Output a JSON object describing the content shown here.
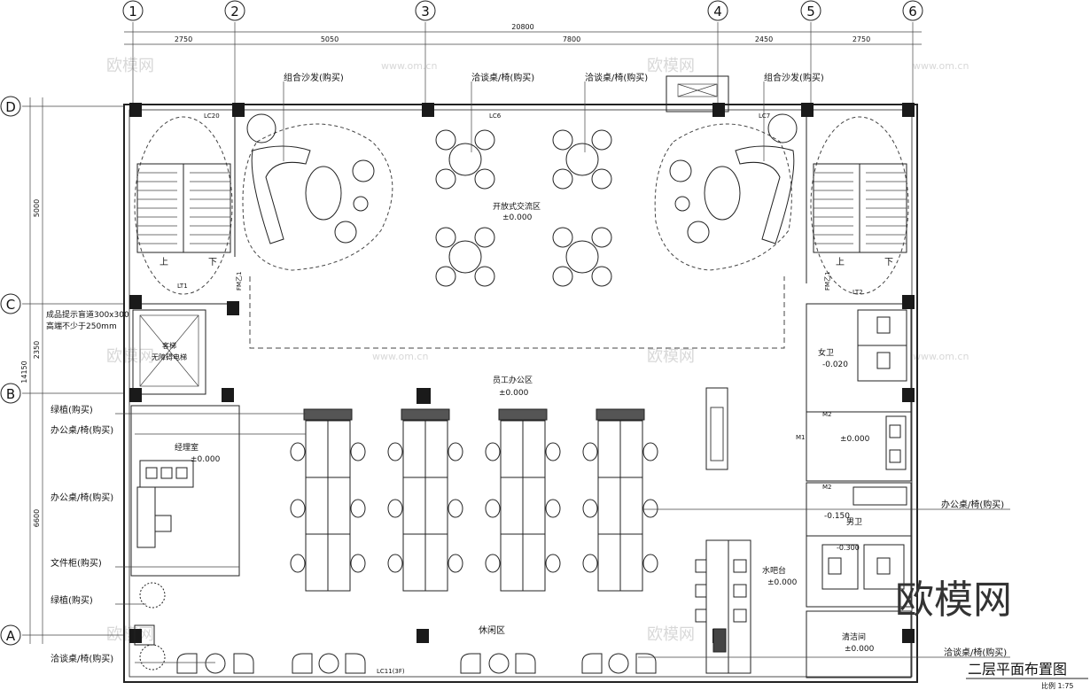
{
  "drawing": {
    "title": "二层平面布置图",
    "scale": "比例 1:75",
    "overall_dim": "20800",
    "axis_top": [
      "1",
      "2",
      "3",
      "4",
      "5",
      "6"
    ],
    "axis_left": [
      "D",
      "C",
      "B",
      "A"
    ],
    "dims_top": [
      "2750",
      "5050",
      "7800",
      "2450",
      "2750"
    ],
    "dims_left": [
      "5000",
      "2350",
      "6600"
    ],
    "dim_left_total": "14150"
  },
  "labels": {
    "sofa_left": "组合沙发(购买)",
    "table_chair_1": "洽谈桌/椅(购买)",
    "table_chair_2": "洽谈桌/椅(购买)",
    "sofa_right": "组合沙发(购买)",
    "open_area": "开放式交流区",
    "open_area_elev": "±0.000",
    "product_note_1": "成品提示盲道300x300",
    "product_note_2": "高端不少于250mm",
    "elevator": "客梯",
    "elevator_sub": "无障碍电梯",
    "staff_area": "员工办公区",
    "staff_elev": "±0.000",
    "plant_1": "绿植(购买)",
    "desk_chair_1": "办公桌/椅(购买)",
    "manager_room": "经理室",
    "manager_elev": "±0.000",
    "desk_chair_2": "办公桌/椅(购买)",
    "file_cabinet": "文件柜(购买)",
    "plant_2": "绿植(购买)",
    "table_chair_3": "洽谈桌/椅(购买)",
    "lounge": "休闲区",
    "womens_wc": "女卫",
    "womens_elev": "-0.020",
    "wash_elev": "±0.000",
    "mens_wc": "男卫",
    "mens_elev": "-0.150",
    "mens_elev_2": "-0.300",
    "desk_chair_3": "办公桌/椅(购买)",
    "water_bar": "水吧台",
    "water_bar_elev": "±0.000",
    "storage": "清洁间",
    "storage_elev": "±0.000",
    "table_chair_4": "洽谈桌/椅(购买)",
    "up_1": "上",
    "down_1": "下",
    "up_2": "上",
    "down_2": "下",
    "lt1": "LT1",
    "lt2": "LT2",
    "lc20": "LC20",
    "lc6": "LC6",
    "lc7": "LC7",
    "lc11": "LC11(3F)",
    "fm1": "FM乙1",
    "fm2": "FM乙1",
    "m2a": "M2",
    "m2b": "M2",
    "m1": "M1"
  },
  "watermarks": {
    "brand": "欧模网",
    "url": "www.om.cn",
    "big": "欧模网"
  },
  "colors": {
    "line": "#222222",
    "column": "#1a1a1a",
    "watermark": "#d8d8d8"
  }
}
